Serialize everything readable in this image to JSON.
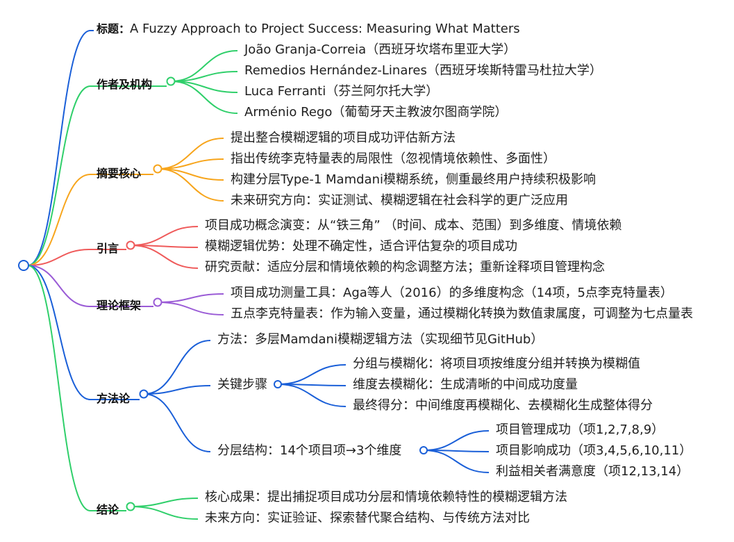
{
  "colors": {
    "blue": "#1a5fd8",
    "green": "#2fcf6a",
    "orange": "#f7a51c",
    "red": "#ef5a5a",
    "purple": "#9a5bd6"
  },
  "title": {
    "label": "标题：",
    "text": "A Fuzzy Approach to Project Success: Measuring What Matters"
  },
  "authors": {
    "label": "作者及机构",
    "items": [
      "João Granja-Correia（西班牙坎塔布里亚大学）",
      "Remedios Hernández-Linares（西班牙埃斯特雷马杜拉大学）",
      "Luca Ferranti（芬兰阿尔托大学）",
      "Arménio Rego（葡萄牙天主教波尔图商学院）"
    ]
  },
  "abstract": {
    "label": "摘要核心",
    "items": [
      "提出整合模糊逻辑的项目成功评估新方法",
      "指出传统李克特量表的局限性（忽视情境依赖性、多面性）",
      "构建分层Type-1 Mamdani模糊系统，侧重最终用户持续积极影响",
      "未来研究方向：实证测试、模糊逻辑在社会科学的更广泛应用"
    ]
  },
  "intro": {
    "label": "引言",
    "items": [
      "项目成功概念演变：从“铁三角” （时间、成本、范围）到多维度、情境依赖",
      "模糊逻辑优势：处理不确定性，适合评估复杂的项目成功",
      "研究贡献：适应分层和情境依赖的构念调整方法；重新诠释项目管理构念"
    ]
  },
  "theory": {
    "label": "理论框架",
    "items": [
      "项目成功测量工具：Aga等人（2016）的多维度构念（14项，5点李克特量表）",
      "五点李克特量表：作为输入变量，通过模糊化转换为数值隶属度，可调整为七点量表"
    ]
  },
  "method": {
    "label": "方法论",
    "approach": "方法：多层Mamdani模糊逻辑方法（实现细节见GitHub）",
    "steps": {
      "label": "关键步骤",
      "items": [
        "分组与模糊化：将项目项按维度分组并转换为模糊值",
        "维度去模糊化：生成清晰的中间成功度量",
        "最终得分：中间维度再模糊化、去模糊化生成整体得分"
      ]
    },
    "structure": {
      "label": "分层结构：14个项目项→3个维度",
      "items": [
        "项目管理成功（项1,2,7,8,9）",
        "项目影响成功（项3,4,5,6,10,11）",
        "利益相关者满意度（项12,13,14）"
      ]
    }
  },
  "conclusion": {
    "label": "结论",
    "items": [
      "核心成果：提出捕捉项目成功分层和情境依赖特性的模糊逻辑方法",
      "未来方向：实证验证、探索替代聚合结构、与传统方法对比"
    ]
  }
}
